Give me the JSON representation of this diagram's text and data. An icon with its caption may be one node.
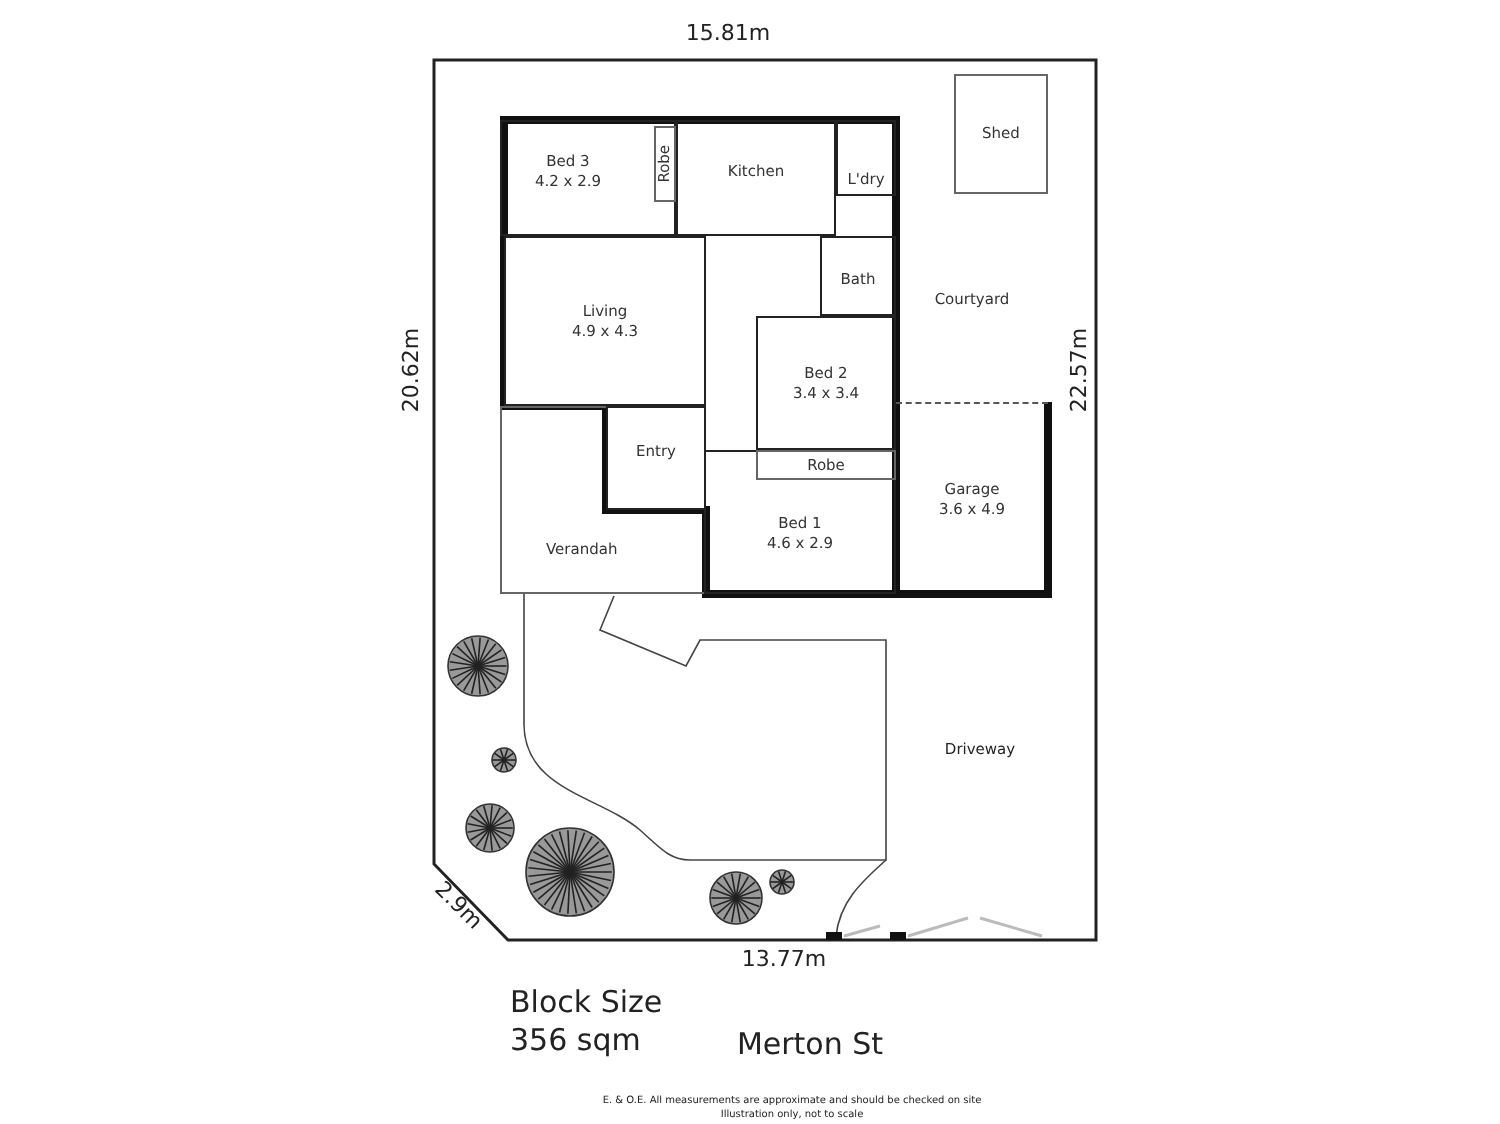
{
  "diagram": {
    "nodes": [
      {
        "text": [
          "Bed 3",
          "4.2 x 2.9"
        ]
      },
      {
        "text": [
          "Robe"
        ],
        "in": 0
      },
      {
        "text": [
          "Kitchen"
        ]
      },
      {
        "text": [
          "L'dry"
        ]
      },
      {
        "text": [
          "Shed"
        ]
      },
      {
        "text": [
          "Living",
          "4.9 x 4.3"
        ]
      },
      {
        "text": [
          "Bath"
        ]
      },
      {
        "text": [
          "Courtyard"
        ]
      },
      {
        "text": [
          "Bed 2",
          "3.4 x 3.4"
        ]
      },
      {
        "text": [
          "Verandah"
        ]
      },
      {
        "text": [
          "Entry"
        ],
        "in": 9
      },
      {
        "text": [
          "Bed 1",
          "4.6 x 2.9"
        ]
      },
      {
        "text": [
          "Robe"
        ],
        "in": 11
      },
      {
        "text": [
          "Garage",
          "3.6 x 4.9"
        ]
      }
    ],
    "labels": [
      "15.81m",
      "20.62m",
      "22.57m",
      "13.77m",
      "2.9m",
      "Driveway",
      "Block Size",
      "356 sqm",
      "Merton St",
      "E. & O.E. All measurements are approximate and should be checked on site",
      "Illustration only, not to scale"
    ]
  }
}
